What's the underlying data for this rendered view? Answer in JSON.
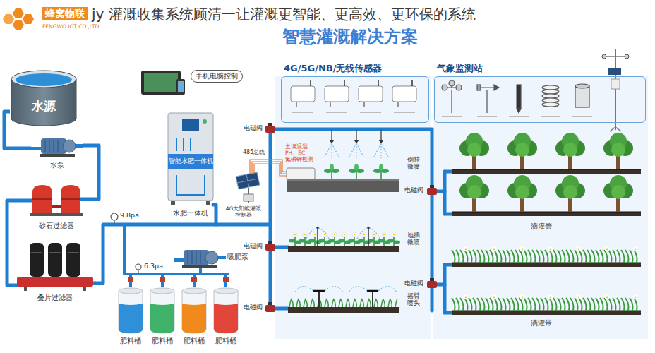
{
  "diagram": {
    "title": "jy 灌溉收集系统顾清一让灌溉更智能、更高效、更环保的系统",
    "nodes": [
      {
        "text": [
          "水源"
        ]
      },
      {
        "text": [
          "水泵"
        ]
      },
      {
        "text": [
          "砂石过滤器"
        ]
      },
      {
        "text": [
          "叠片过滤器"
        ]
      },
      {
        "text": [
          "手机电脑控制"
        ]
      },
      {
        "text": [
          "智能水肥一体机",
          "水肥一体机"
        ]
      },
      {
        "text": [
          "吸肥泵"
        ]
      },
      {
        "text": [
          "肥料桶"
        ]
      },
      {
        "text": [
          "肥料桶"
        ]
      },
      {
        "text": [
          "肥料桶"
        ]
      },
      {
        "text": [
          "肥料桶"
        ]
      },
      {
        "text": [
          "4G/5G/NB/无线传感器"
        ]
      },
      {
        "text": [
          "气象监测站"
        ]
      }
    ],
    "edges": [
      {
        "from": 0,
        "to": 1,
        "arrow": "none"
      },
      {
        "from": 1,
        "to": 2,
        "arrow": "none"
      },
      {
        "from": 2,
        "to": 3,
        "arrow": "none"
      }
    ],
    "labels": [
      "蜂窝物联",
      "FENGWO IOT CO.,LTD.",
      "智慧灌溉解决方案",
      "9.8pa",
      "6.3pa",
      "485总线",
      "4G太阳能灌溉控制器",
      "土壤温湿",
      "PH、EC",
      "氮磷钾检测",
      "电磁阀",
      "电磁阀",
      "电磁阀",
      "电磁阀",
      "电磁阀",
      "倒挂微喷",
      "地插微喷",
      "摇臂喷头",
      "滴灌管",
      "滴灌带"
    ]
  }
}
